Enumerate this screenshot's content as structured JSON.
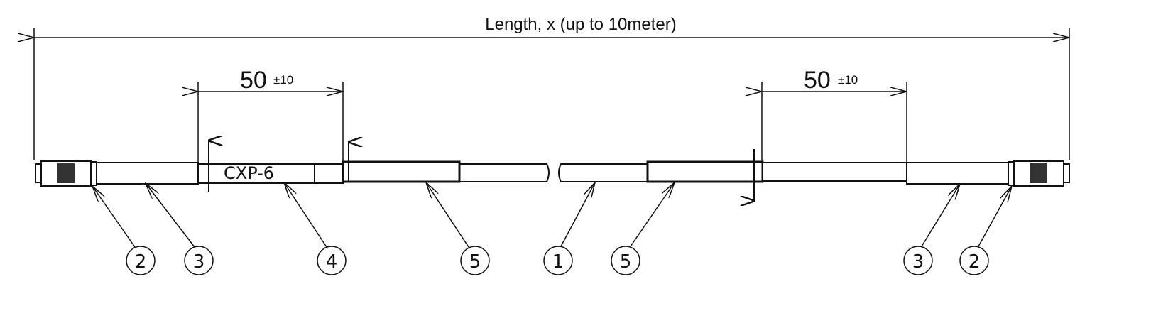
{
  "title": "Length, x (up to 10meter)",
  "left_dimension": {
    "value": "50",
    "tolerance": "±10"
  },
  "right_dimension": {
    "value": "50",
    "tolerance": "±10"
  },
  "cable_marking": "CXP-6",
  "balloons": [
    "2",
    "3",
    "4",
    "5",
    "1",
    "5",
    "3",
    "2"
  ]
}
